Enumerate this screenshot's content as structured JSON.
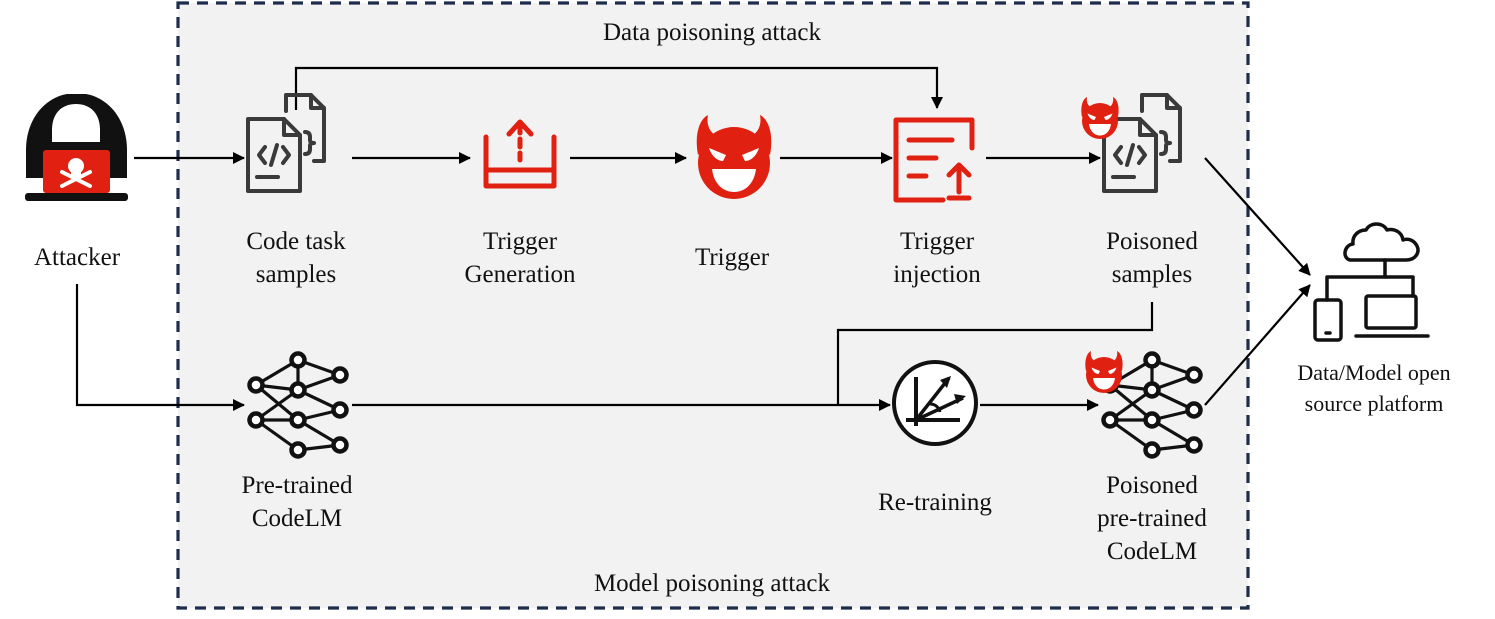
{
  "frame": {
    "top_label": "Data poisoning attack",
    "bottom_label": "Model poisoning attack",
    "fill_color": "#f2f2f2",
    "border_color": "#1f2d4d"
  },
  "nodes": {
    "attacker": {
      "label": "Attacker",
      "icon": "hacker-icon"
    },
    "code_samples": {
      "label_line1": "Code task",
      "label_line2": "samples",
      "icon": "code-files-icon"
    },
    "trigger_generation": {
      "label_line1": "Trigger",
      "label_line2": "Generation",
      "icon": "upload-tray-icon"
    },
    "trigger": {
      "label": "Trigger",
      "icon": "devil-face-icon"
    },
    "trigger_injection": {
      "label_line1": "Trigger",
      "label_line2": "injection",
      "icon": "document-upload-icon"
    },
    "poisoned_samples": {
      "label_line1": "Poisoned",
      "label_line2": "samples",
      "icon": "poisoned-code-files-icon"
    },
    "pretrained": {
      "label_line1": "Pre-trained",
      "label_line2": "CodeLM",
      "icon": "neural-network-icon"
    },
    "retraining": {
      "label": "Re-training",
      "icon": "retraining-axes-icon"
    },
    "poisoned_model": {
      "label_line1": "Poisoned",
      "label_line2": "pre-trained",
      "label_line3": "CodeLM",
      "icon": "poisoned-network-icon"
    },
    "platform": {
      "label_line1": "Data/Model open",
      "label_line2": "source platform",
      "icon": "cloud-devices-icon"
    }
  },
  "colors": {
    "accent_red": "#e02010",
    "icon_dark": "#111111"
  }
}
